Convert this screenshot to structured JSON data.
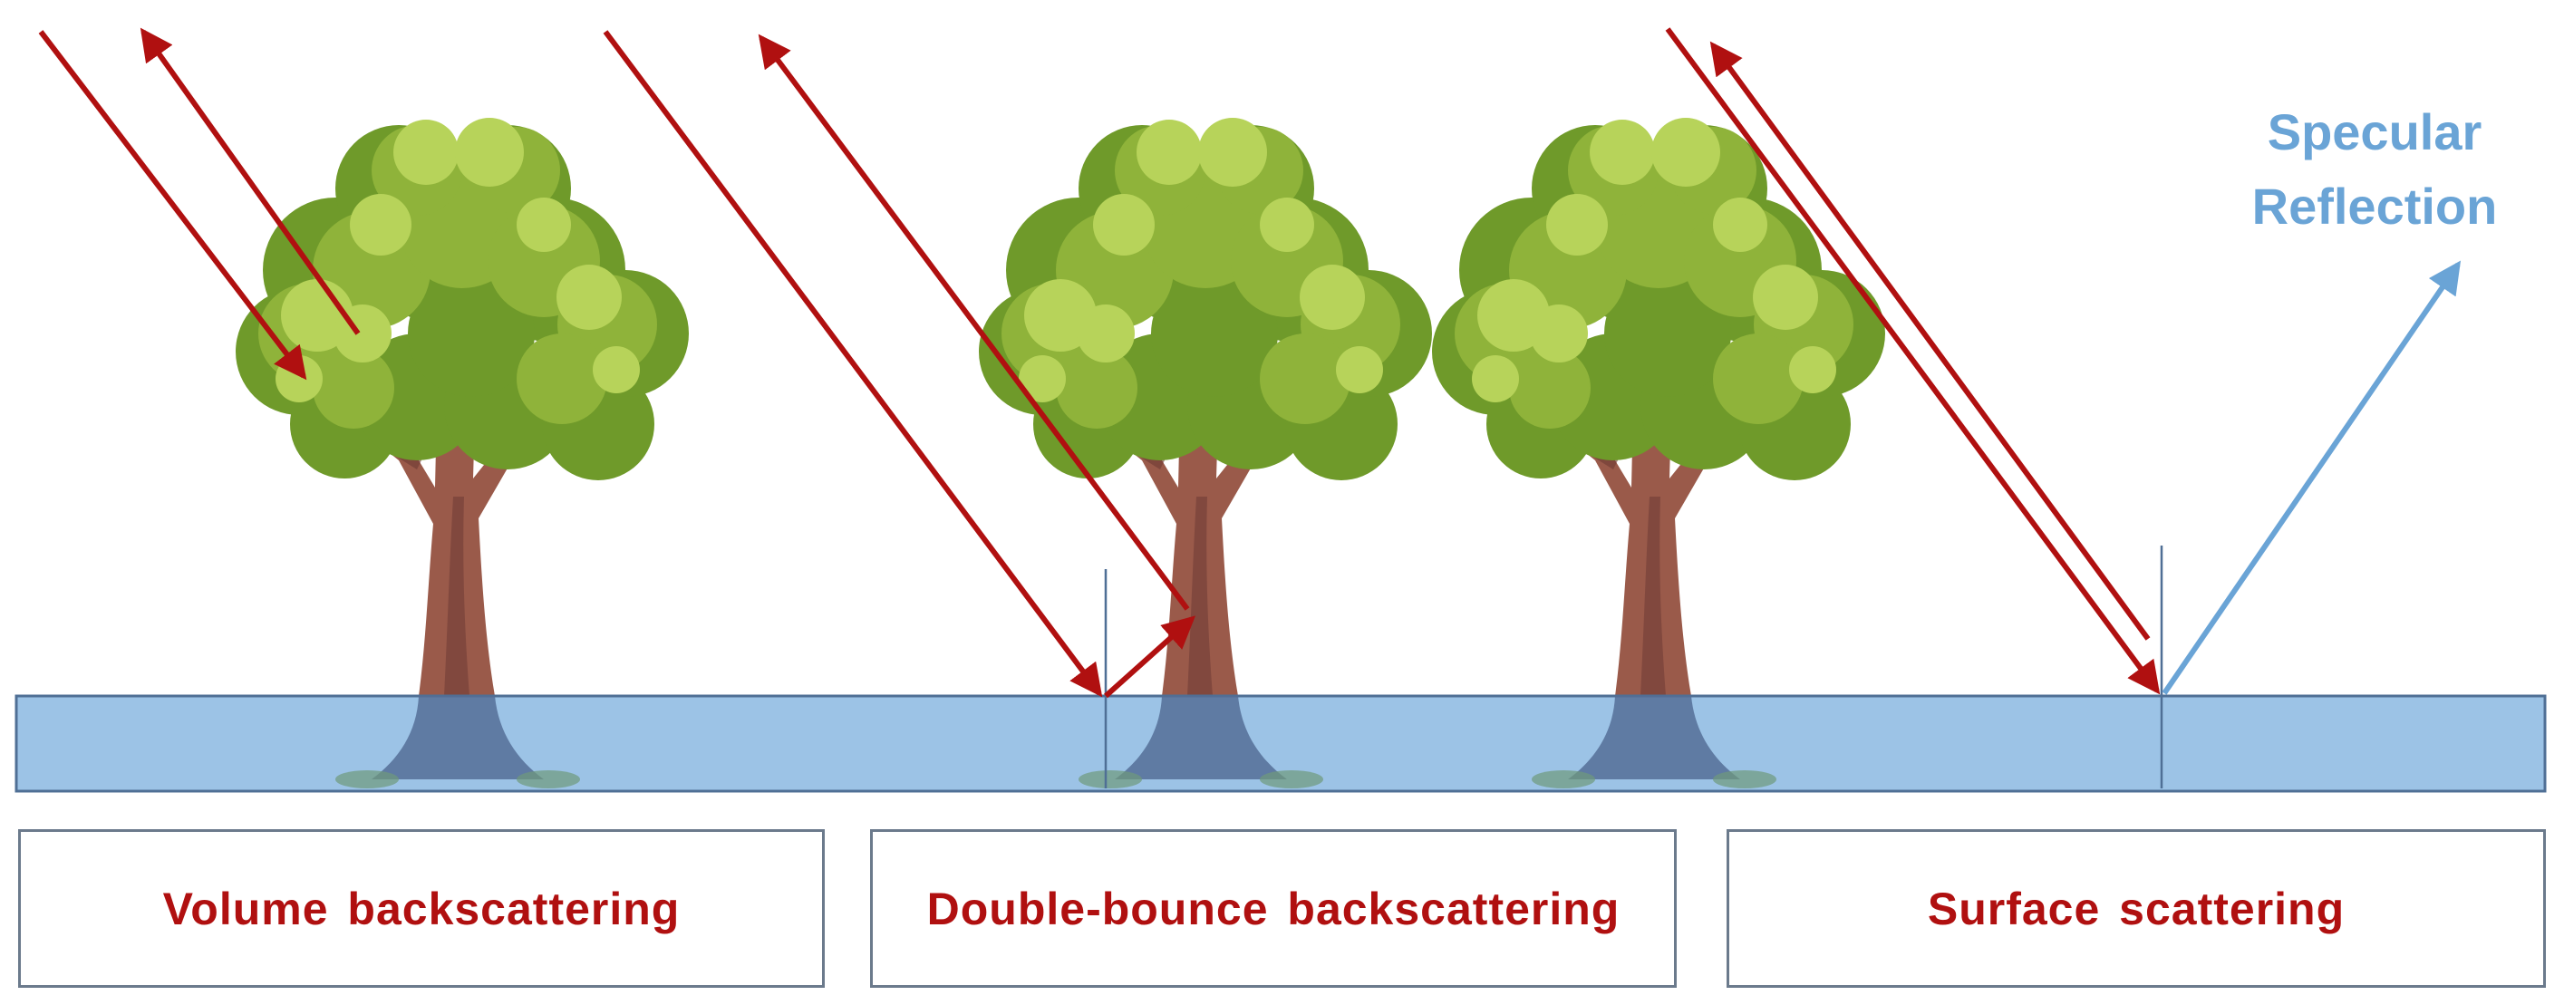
{
  "captions": {
    "volume": "Volume backscattering",
    "double_bounce": "Double-bounce backscattering",
    "surface": "Surface scattering"
  },
  "labels": {
    "specular_line1": "Specular",
    "specular_line2": "Reflection"
  },
  "colors": {
    "incident_ray": "#b01010",
    "specular_ray": "#6aa4d6",
    "water": "#9cc3e6",
    "water_edge": "#4f6f95",
    "caption_text": "#b01010",
    "specular_text": "#6aa4d6",
    "foliage_dark": "#6f9a2a",
    "foliage_mid": "#8fb33a",
    "foliage_light": "#b7d35a",
    "trunk": "#9a5a4a",
    "trunk_dark": "#6e3a34"
  },
  "icons": [
    "tree-icon",
    "water-surface",
    "radar-ray-arrow"
  ]
}
